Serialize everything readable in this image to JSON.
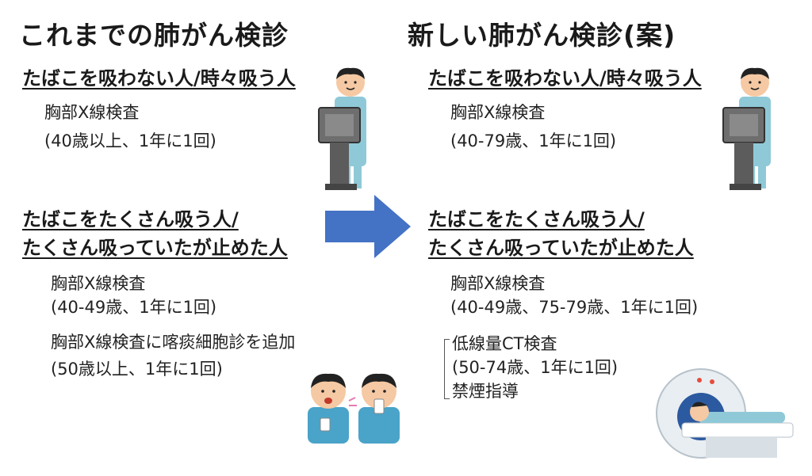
{
  "left": {
    "title": "これまでの肺がん検診",
    "group1_heading": "たばこを吸わない人/時々吸う人",
    "group1_lines": [
      "胸部X線検査",
      "(40歳以上、1年に1回)"
    ],
    "group2_heading": [
      "たばこをたくさん吸う人/",
      "たくさん吸っていたが止めた人"
    ],
    "group2_lines": [
      "胸部X線検査",
      "(40-49歳、1年に1回)",
      "胸部X線検査に喀痰細胞診を追加",
      "(50歳以上、1年に1回)"
    ]
  },
  "right": {
    "title": "新しい肺がん検診(案)",
    "group1_heading": "たばこを吸わない人/時々吸う人",
    "group1_lines": [
      "胸部X線検査",
      "(40-79歳、1年に1回)"
    ],
    "group2_heading": [
      "たばこをたくさん吸う人/",
      "たくさん吸っていたが止めた人"
    ],
    "group2_lines": [
      "胸部X線検査",
      "(40-49歳、75-79歳、1年に1回)",
      "低線量CT検査",
      "(50-74歳、1年に1回)",
      "禁煙指導"
    ]
  },
  "colors": {
    "arrow": "#4472C4",
    "skin": "#F5C9A3",
    "scrubs": "#8FC9D8",
    "machine": "#6E6E6E"
  }
}
